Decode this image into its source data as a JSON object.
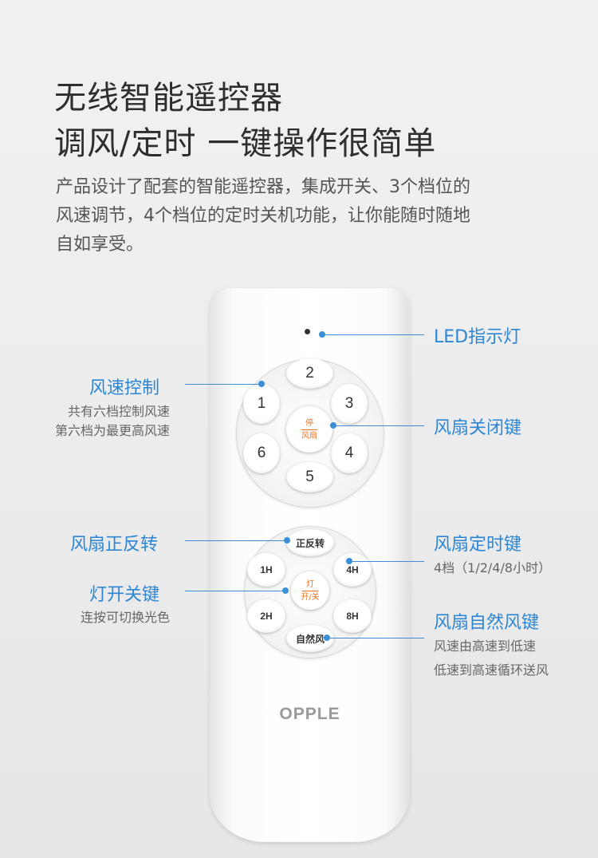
{
  "header": {
    "title_line1": "无线智能遥控器",
    "title_line2": "调风/定时 一键操作很简单",
    "desc_lines": [
      "产品设计了配套的智能遥控器，集成开关、3个档位的",
      "风速调节，4个档位的定时关机功能，让你能随时随地",
      "自如享受。"
    ]
  },
  "remote": {
    "brand": "OPPLE",
    "fan_buttons": [
      "1",
      "2",
      "3",
      "4",
      "5",
      "6"
    ],
    "fan_center_top": "停",
    "fan_center_bottom": "风扇",
    "light_buttons": {
      "reverse": "正反转",
      "h1": "1H",
      "h4": "4H",
      "h2": "2H",
      "h8": "8H",
      "natural": "自然风"
    },
    "light_center_top": "灯",
    "light_center_bottom": "开/关"
  },
  "callouts": {
    "led": "LED指示灯",
    "speed": "风速控制",
    "speed_sub1": "共有六档控制风速",
    "speed_sub2": "第六档为最更高风速",
    "fan_off": "风扇关闭键",
    "reverse": "风扇正反转",
    "light": "灯开关键",
    "light_sub": "连按可切换光色",
    "timer": "风扇定时键",
    "timer_sub": "4档（1/2/4/8小时）",
    "natural": "风扇自然风键",
    "natural_sub1": "风速由高速到低速",
    "natural_sub2": "低速到高速循环送风"
  },
  "colors": {
    "accent": "#2d86d4",
    "orange": "#e8741f"
  }
}
